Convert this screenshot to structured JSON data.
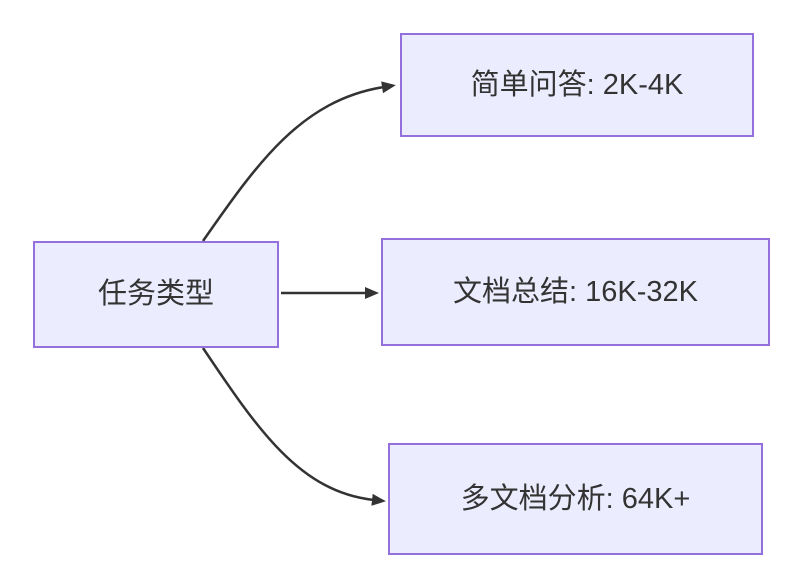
{
  "diagram": {
    "type": "flowchart-LR",
    "background_color": "#ffffff",
    "node_fill_color": "#ECECFF",
    "node_border_color": "#9370DB",
    "edge_color": "#333333",
    "text_color": "#333333",
    "root": {
      "label": "任务类型"
    },
    "branches": [
      {
        "label": "简单问答: 2K-4K"
      },
      {
        "label": "文档总结: 16K-32K"
      },
      {
        "label": "多文档分析: 64K+"
      }
    ]
  }
}
